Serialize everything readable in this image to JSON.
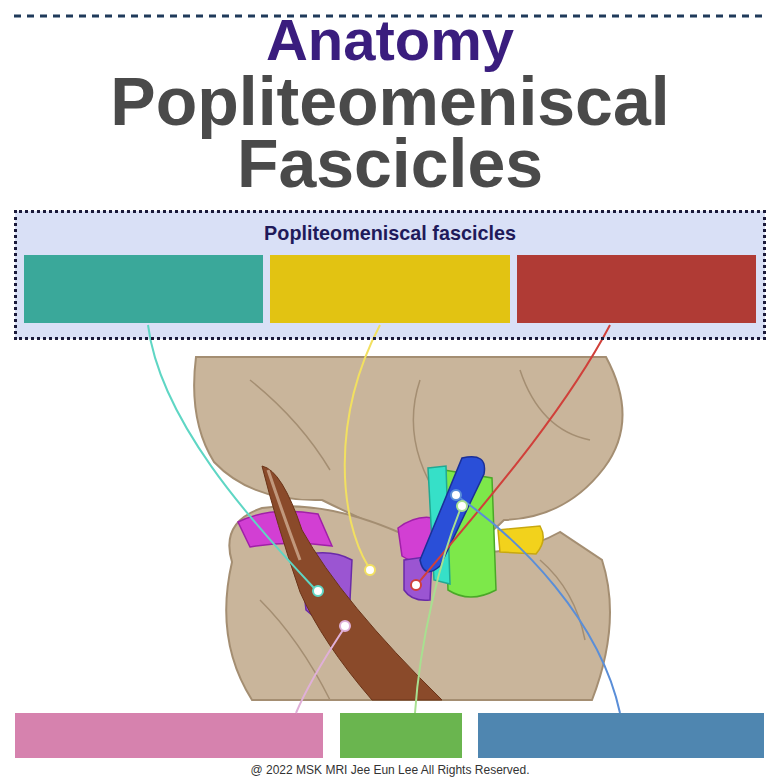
{
  "diagram": {
    "title": "Anatomy",
    "caption": "@ 2022 MSK MRI Jee Eun Lee All Rights Reserved.",
    "nodes": [
      {
        "text": [
          "Popliteomeniscal fascicles"
        ]
      }
    ],
    "edges": [],
    "labels": [
      "Popliteomeniscal Fascicles"
    ]
  }
}
